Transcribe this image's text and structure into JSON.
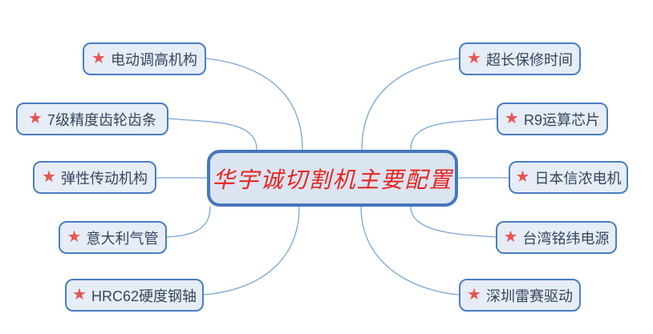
{
  "diagram": {
    "type": "mindmap",
    "center": {
      "label": "华宇诚切割机主要配置"
    },
    "left_branches": [
      {
        "label": "电动调高机构"
      },
      {
        "label": "7级精度齿轮齿条"
      },
      {
        "label": "弹性传动机构"
      },
      {
        "label": "意大利气管"
      },
      {
        "label": "HRC62硬度钢轴"
      }
    ],
    "right_branches": [
      {
        "label": "超长保修时间"
      },
      {
        "label": "R9运算芯片"
      },
      {
        "label": "日本信浓电机"
      },
      {
        "label": "台湾铭纬电源"
      },
      {
        "label": "深圳雷赛驱动"
      }
    ]
  },
  "icons": {
    "star": "★"
  },
  "colors": {
    "node_border": "#4a7ec0",
    "node_fill": "#e6edf7",
    "center_border": "#4577bd",
    "center_fill": "#dbe4f1",
    "center_text": "#e62420",
    "node_text": "#36465e",
    "star": "#e85350",
    "connector": "#7aa5d6",
    "background": "#ffffff"
  }
}
